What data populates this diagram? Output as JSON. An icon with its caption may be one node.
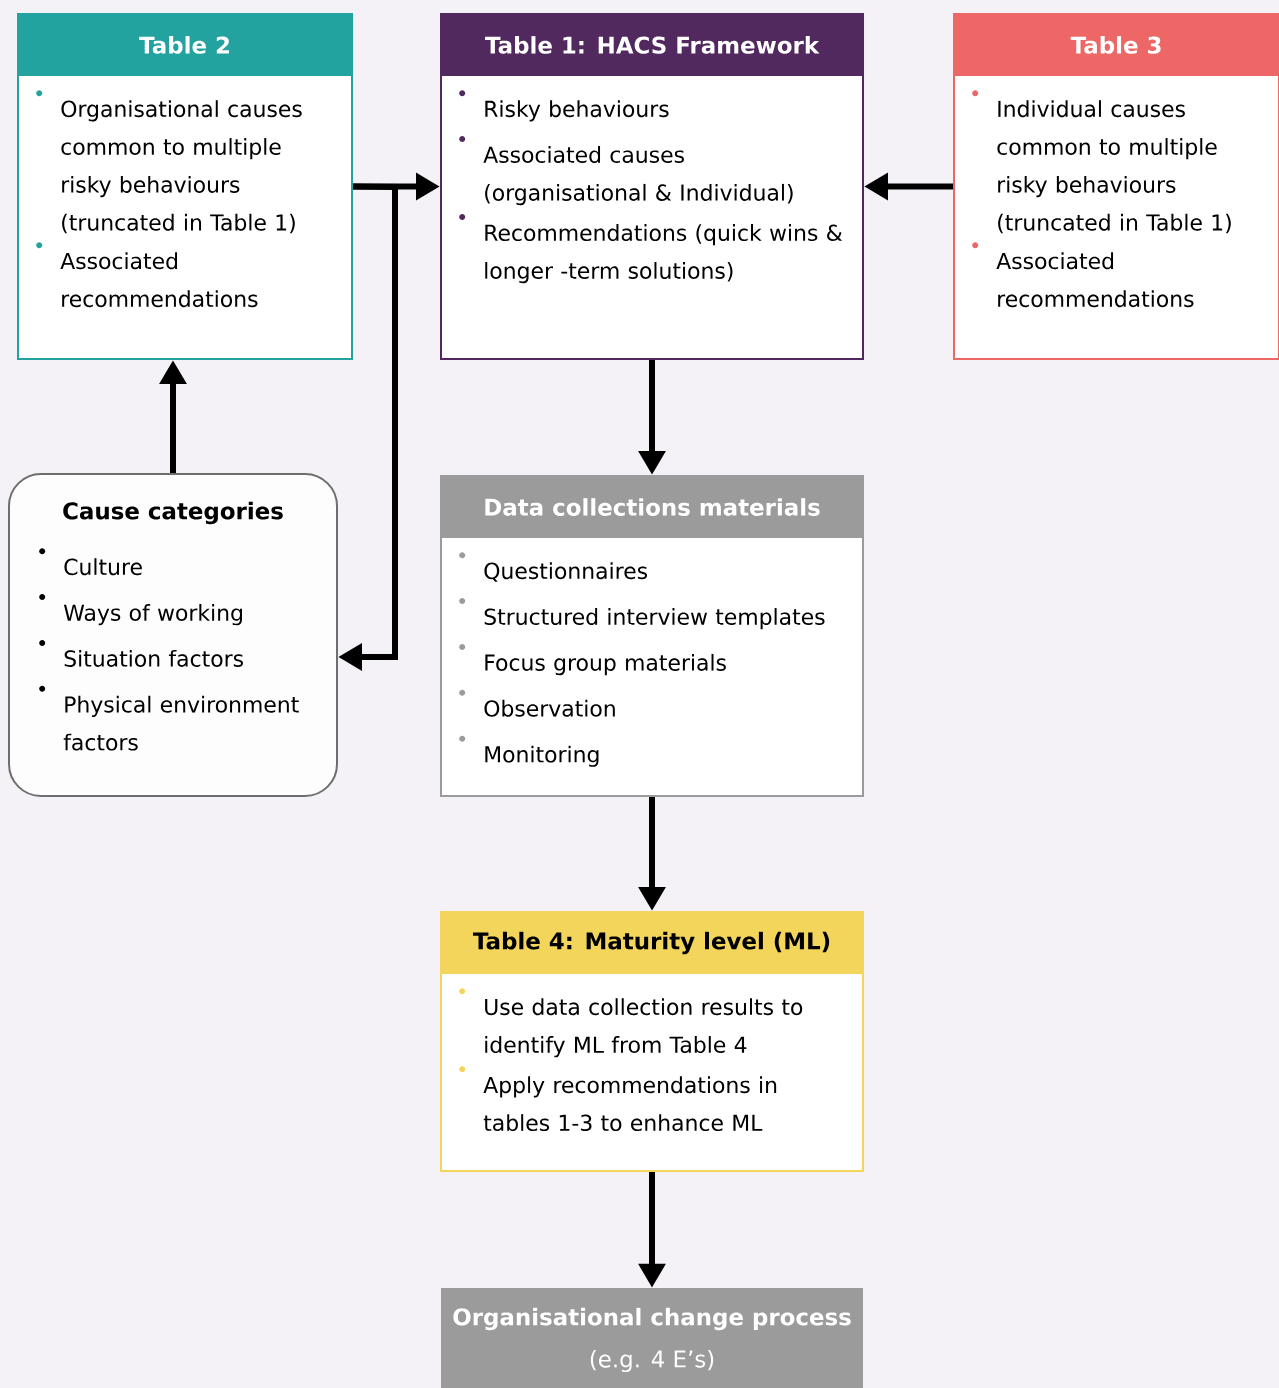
{
  "diagram": {
    "nodes": [
      {
        "text": [
          "Table 2",
          "Organisational causes common to multiple risky behaviours (truncated in Table 1)",
          "Associated recommendations"
        ]
      },
      {
        "text": [
          "Table 1: HACS Framework",
          "Risky behaviours",
          "Associated causes (organisational & Individual)",
          "Recommendations (quick wins & longer -term solutions)"
        ]
      },
      {
        "text": [
          "Table 3",
          "Individual causes common to multiple risky behaviours (truncated in Table 1)",
          "Associated recommendations"
        ]
      },
      {
        "text": [
          "Cause categories",
          "Culture",
          "Ways of working",
          "Situation factors",
          "Physical environment factors"
        ]
      },
      {
        "text": [
          "Data collections materials",
          "Questionnaires",
          "Structured interview templates",
          "Focus group materials",
          "Observation",
          "Monitoring"
        ]
      },
      {
        "text": [
          "Table 4: Maturity level (ML)",
          "Use data collection results to identify ML from Table 4",
          "Apply recommendations in tables 1-3 to enhance ML"
        ]
      },
      {
        "text": [
          "Organisational change process",
          "(e.g. 4 E’s)"
        ]
      }
    ],
    "edges": [
      {
        "from": 0,
        "to": 1,
        "arrow": "to"
      },
      {
        "from": 0,
        "to": 3,
        "arrow": "to"
      },
      {
        "from": 2,
        "to": 1,
        "arrow": "to"
      },
      {
        "from": 3,
        "to": 0,
        "arrow": "to"
      },
      {
        "from": 1,
        "to": 4,
        "arrow": "to"
      },
      {
        "from": 4,
        "to": 5,
        "arrow": "to"
      },
      {
        "from": 5,
        "to": 6,
        "arrow": "to"
      }
    ]
  }
}
